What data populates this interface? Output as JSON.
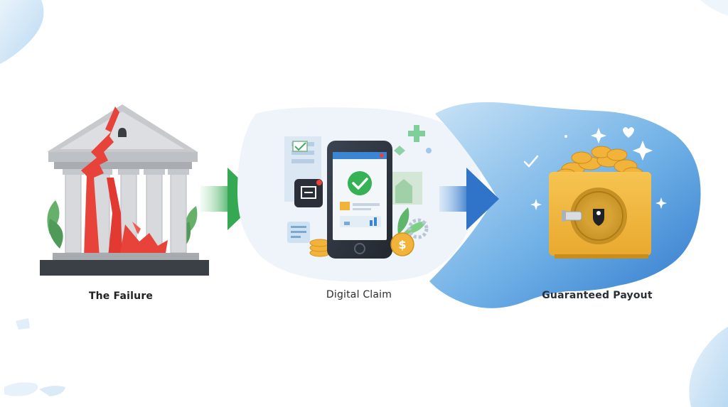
{
  "steps": [
    {
      "id": "failure",
      "label": "The Failure",
      "icon": "cracked-bank-icon"
    },
    {
      "id": "claim",
      "label": "Digital Claim",
      "icon": "smartphone-check-icon"
    },
    {
      "id": "payout",
      "label": "Guaranteed Payout",
      "icon": "gold-safe-icon"
    }
  ],
  "connectors": [
    {
      "from": "failure",
      "to": "claim",
      "color": "#3fae5e",
      "icon": "arrow-right-icon"
    },
    {
      "from": "claim",
      "to": "payout",
      "color": "#3a7fd0",
      "icon": "arrow-right-icon"
    }
  ],
  "colors": {
    "crack": "#e8433a",
    "success": "#34b255",
    "gold": "#f2b33a",
    "payout_bg": "#4a8fd6",
    "bank": "#c9ccd0"
  }
}
